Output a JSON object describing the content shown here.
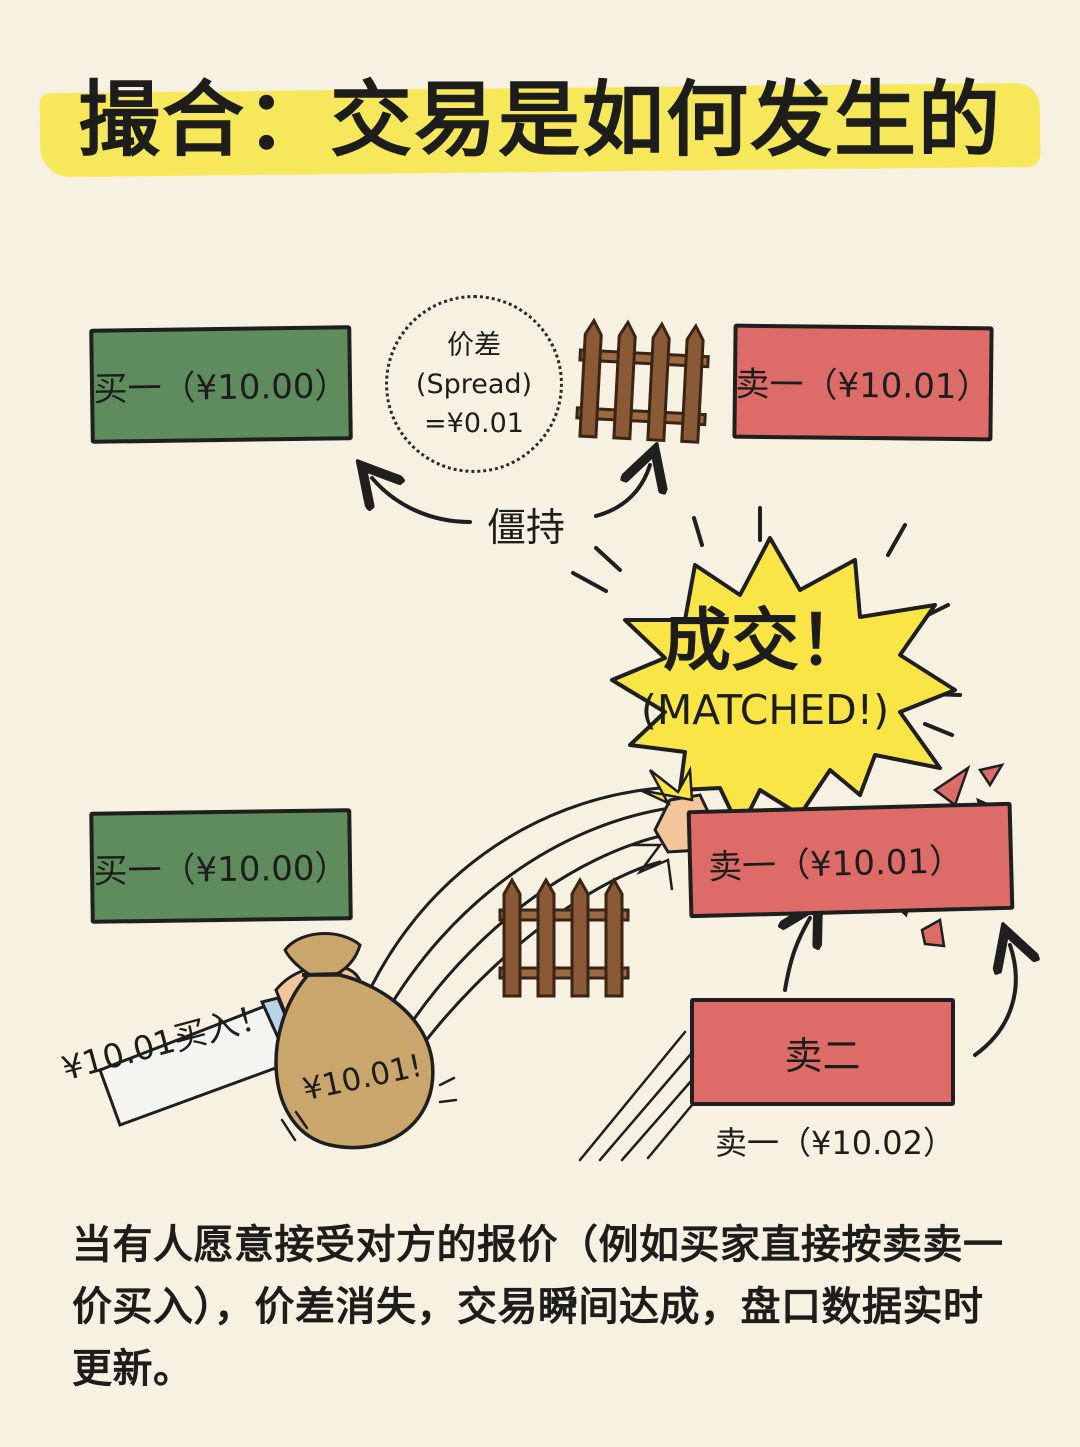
{
  "title": "撮合：交易是如何发生的",
  "top_row": {
    "bid_box": "买一（¥10.00）",
    "spread_lines": [
      "价差",
      "(Spread)",
      "=¥0.01"
    ],
    "ask_box": "卖一（¥10.01）",
    "stalemate_label": "僵持"
  },
  "bottom_row": {
    "bid_box": "买一（¥10.00）",
    "matched_main": "成交！",
    "matched_sub": "(MATCHED!)",
    "ask_box_broken": "卖一（¥10.01）",
    "ask2_box": "卖二",
    "ask2_label": "卖一（¥10.02）",
    "buy_label": "¥10.01买入！",
    "bag_label": "¥10.01!"
  },
  "caption": "当有人愿意接受对方的报价（例如买家直接按卖卖一价买入），价差消失，交易瞬间达成，盘口数据实时更新。",
  "colors": {
    "background": "#f7f1e1",
    "title_highlight": "#f6e85a",
    "bid_green": "#5e8c5c",
    "ask_red": "#dd6c68",
    "starburst_yellow": "#f9e646",
    "fence_brown": "#8a5a36",
    "money_bag": "#c9a66b"
  },
  "icons": [
    "fence-icon",
    "starburst-icon",
    "money-bag-icon",
    "hand-icon",
    "arrow-icon"
  ]
}
